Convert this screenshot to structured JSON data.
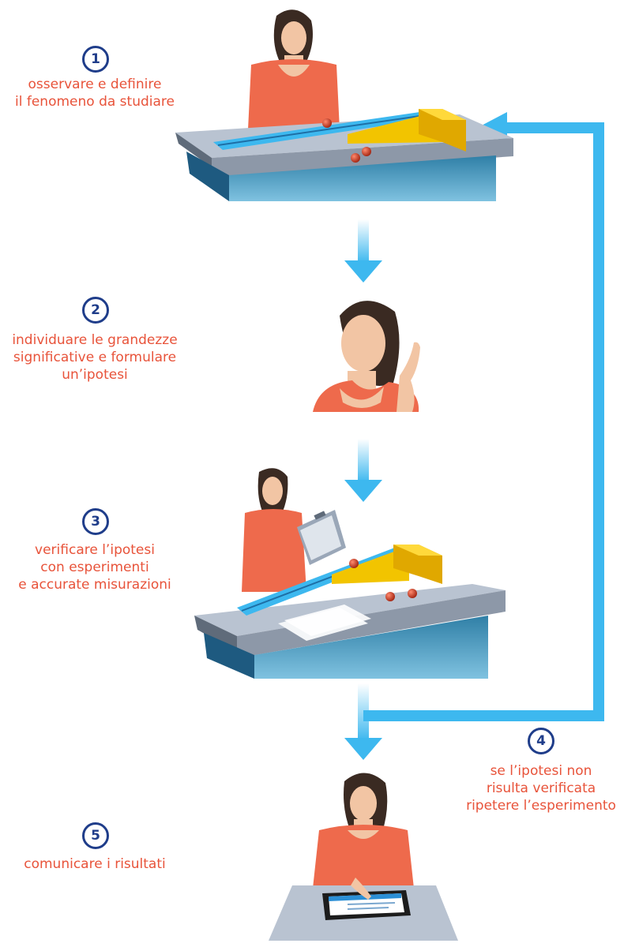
{
  "colors": {
    "arrow": "#3db8ef",
    "text": "#e8533a",
    "badge": "#1f3d8a",
    "shirt": "#ee6a4c",
    "table_top": "#b9c3d1",
    "table_side": "#2f7fa6",
    "track": "#3db8ef",
    "ramp": "#f2c400",
    "ball": "#c8321f"
  },
  "steps": [
    {
      "number": "1",
      "text": "osservare e definire\nil fenomeno da studiare"
    },
    {
      "number": "2",
      "text": "individuare le grandezze\nsignificative e formulare\nun’ipotesi"
    },
    {
      "number": "3",
      "text": "verificare l’ipotesi\ncon esperimenti\ne accurate misurazioni"
    },
    {
      "number": "4",
      "text": "se l’ipotesi non\nrisulta verificata\nripetere l’esperimento"
    },
    {
      "number": "5",
      "text": "comunicare i risultati"
    }
  ],
  "illustrations": [
    {
      "icon": "woman-at-table-icon",
      "step": 1
    },
    {
      "icon": "woman-thinking-icon",
      "step": 2
    },
    {
      "icon": "woman-measuring-icon",
      "step": 3
    },
    {
      "icon": "woman-with-tablet-icon",
      "step": 5
    }
  ]
}
